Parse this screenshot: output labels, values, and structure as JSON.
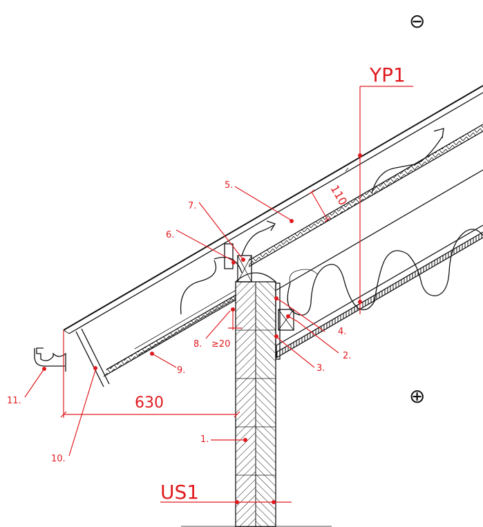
{
  "labels": {
    "section_top": "YP1",
    "section_bottom": "US1",
    "dim_overhang": "630",
    "dim_vent": "110",
    "dim_gap": "≥20",
    "sign_minus": "⊖",
    "sign_plus": "⊕",
    "callouts": [
      "1.",
      "2.",
      "3.",
      "4.",
      "5.",
      "6.",
      "7.",
      "8.",
      "9.",
      "10.",
      "11."
    ]
  },
  "colors": {
    "annotation": "#e0191e",
    "linework": "#111111",
    "background": "#ffffff"
  }
}
